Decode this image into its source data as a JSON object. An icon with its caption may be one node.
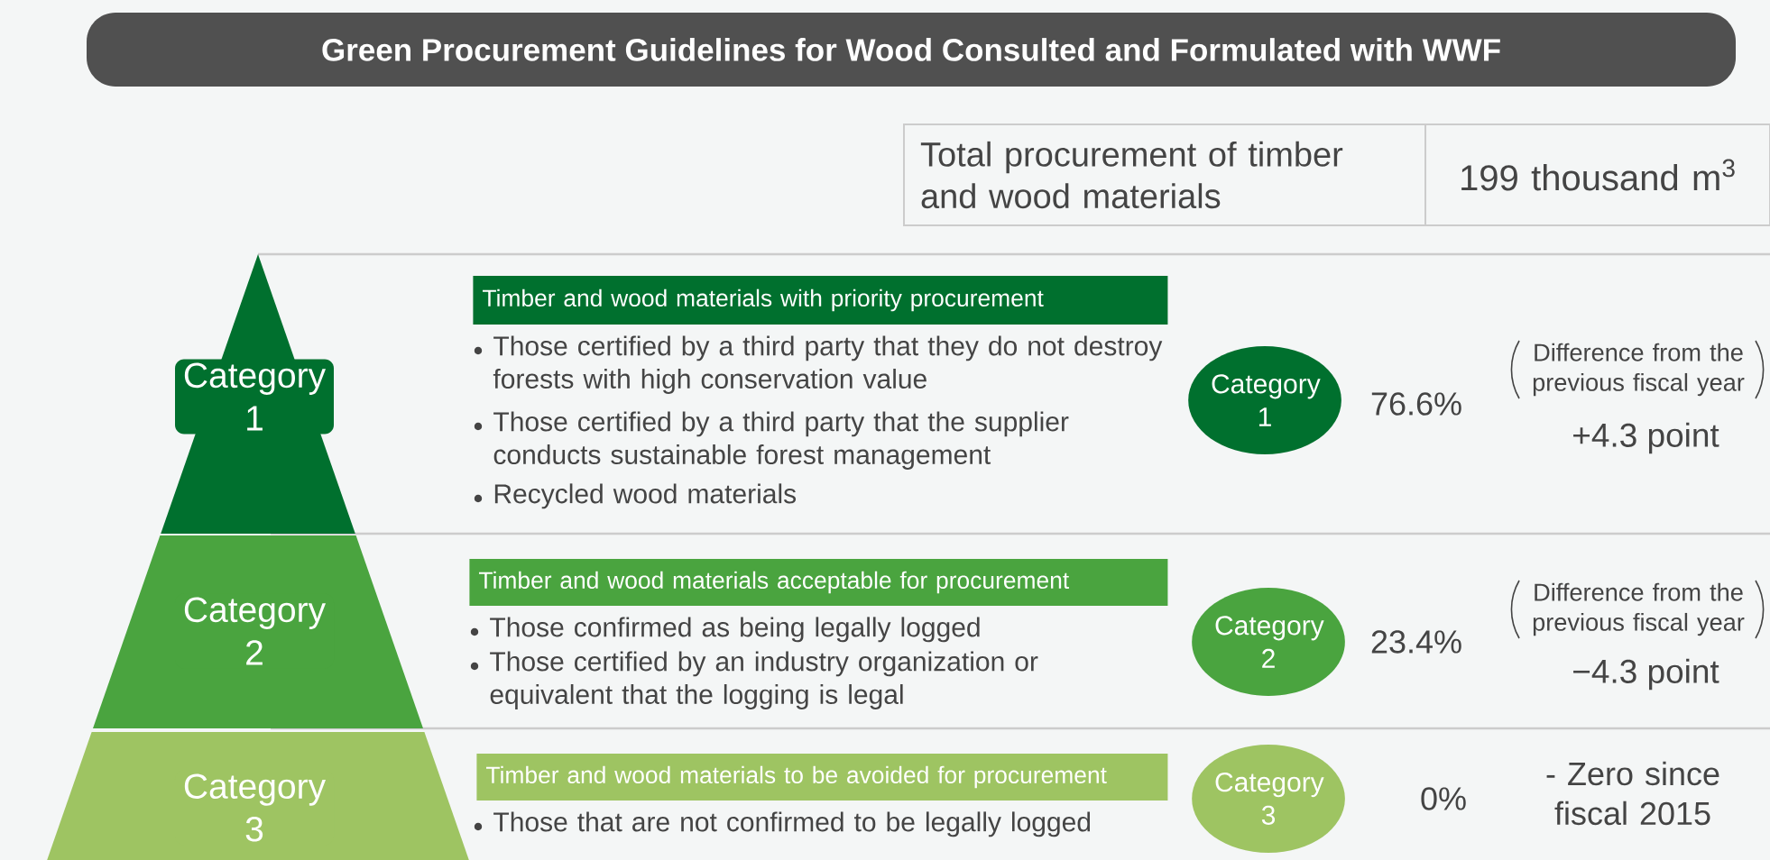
{
  "diagram": {
    "title": "Green Procurement Guidelines for Wood Consulted and Formulated with WWF",
    "nodes": [
      {
        "text": [
          "Total procurement of timber and wood materials"
        ]
      },
      {
        "text": [
          "199 thousand m$^{3}$"
        ]
      },
      {
        "text": [
          "Category 1"
        ]
      },
      {
        "text": [
          "Category 2"
        ]
      },
      {
        "text": [
          "Category 3"
        ]
      },
      {
        "text": [
          "Timber and wood materials with priority procurement"
        ]
      },
      {
        "text": [
          "Timber and wood materials acceptable for procurement"
        ]
      },
      {
        "text": [
          "Timber and wood materials to be avoided for procurement"
        ]
      },
      {
        "text": [
          "Category 1"
        ]
      },
      {
        "text": [
          "Category 2"
        ]
      },
      {
        "text": [
          "Category 3"
        ]
      }
    ],
    "labels": [
      "Those certified by a third party that they do not destroy forests with high conservation value",
      "Those certified by a third party that the supplier conducts sustainable forest management",
      "Recycled wood materials",
      "76.6%",
      "Difference from the previous fiscal year",
      "+4.3 point",
      "Those confirmed as being legally logged",
      "Those certified by an industry organization or equivalent that the logging is legal",
      "23.4%",
      "Difference from the previous fiscal year",
      "−4.3 point",
      "Those that are not confirmed to be legally logged",
      "0%",
      "- Zero since fiscal 2015"
    ]
  }
}
